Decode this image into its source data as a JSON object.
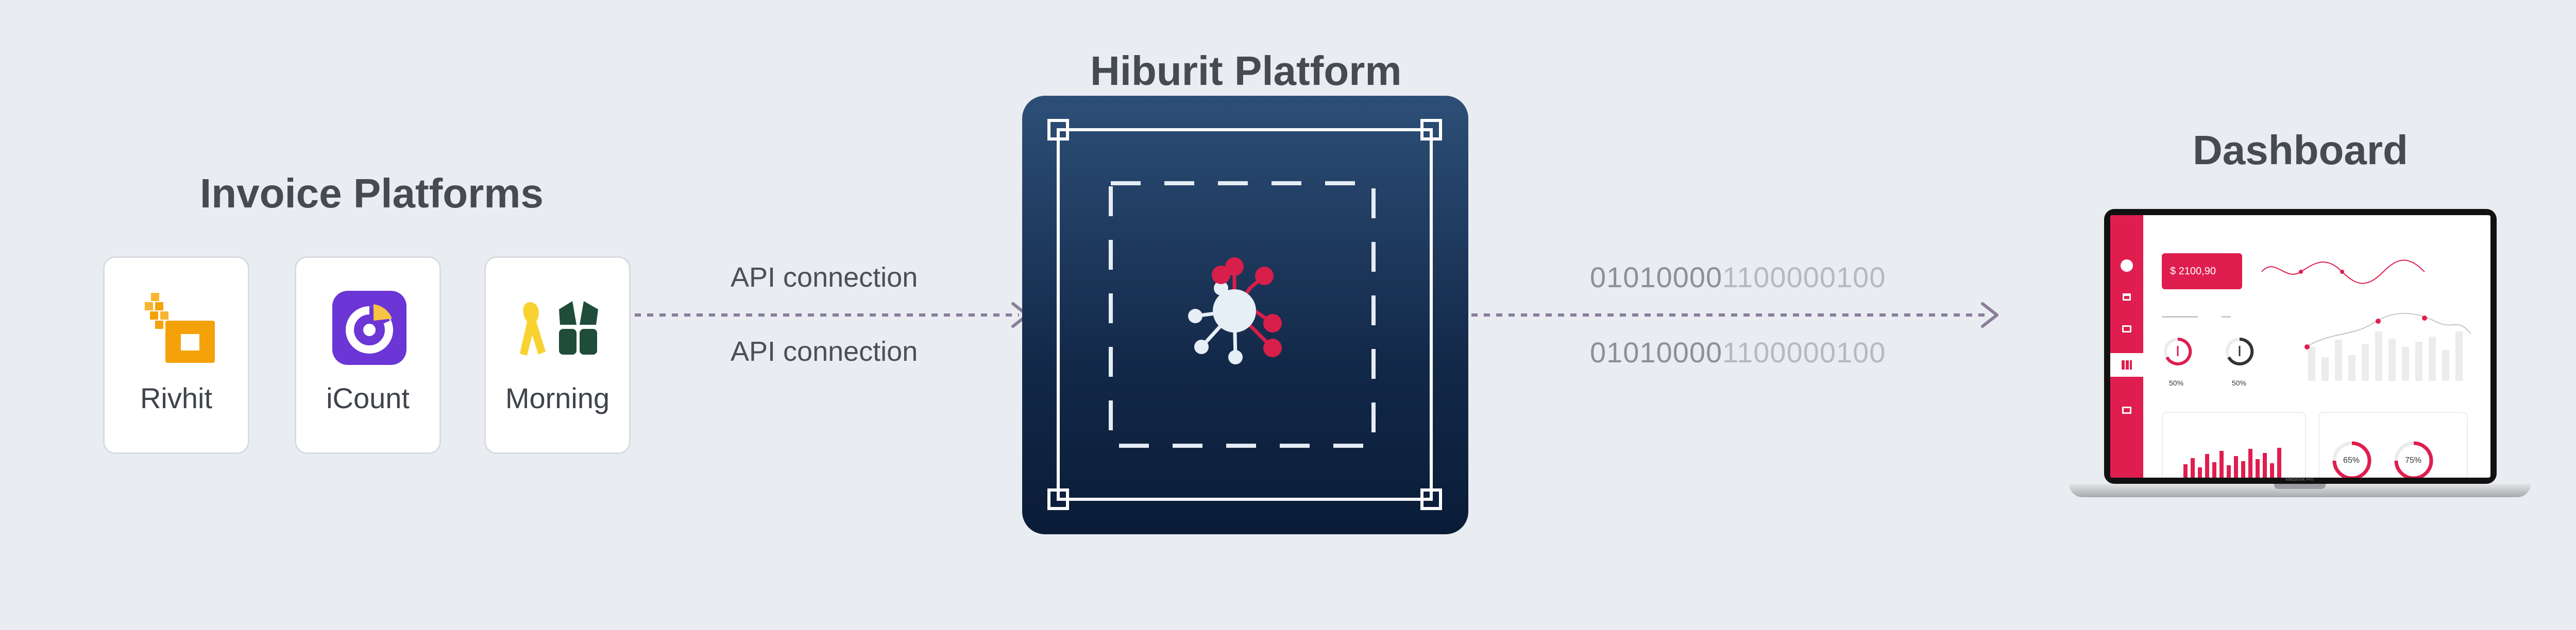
{
  "invoice": {
    "title": "Invoice Platforms",
    "cards": [
      {
        "label": "Rivhit",
        "icon": "rivhit-logo-icon",
        "color": "#f5a20a"
      },
      {
        "label": "iCount",
        "icon": "icount-logo-icon",
        "color": "#6c35d6"
      },
      {
        "label": "Morning",
        "icon": "morning-logo-icon",
        "color": "#1f4d3a"
      }
    ]
  },
  "connections": {
    "api_labels": [
      "API connection",
      "API connection"
    ],
    "binary": [
      {
        "dark": "01010000",
        "light": "1100000100"
      },
      {
        "dark": "01010000",
        "light": "1100000100"
      }
    ]
  },
  "platform": {
    "title": "Hiburit Platform",
    "accent": "#d81e4a",
    "node_color": "#e6eef6"
  },
  "dashboard": {
    "title": "Dashboard",
    "balance": "$ 2100,90",
    "gauge_values": [
      "50%",
      "50%"
    ],
    "ring_values": [
      "65%",
      "75%"
    ],
    "laptop_model": "MacBook Pro",
    "accent": "#df1e4f"
  },
  "colors": {
    "background": "#e9ecf1",
    "arrow": "#8a7d9a",
    "heading": "#464a52"
  }
}
